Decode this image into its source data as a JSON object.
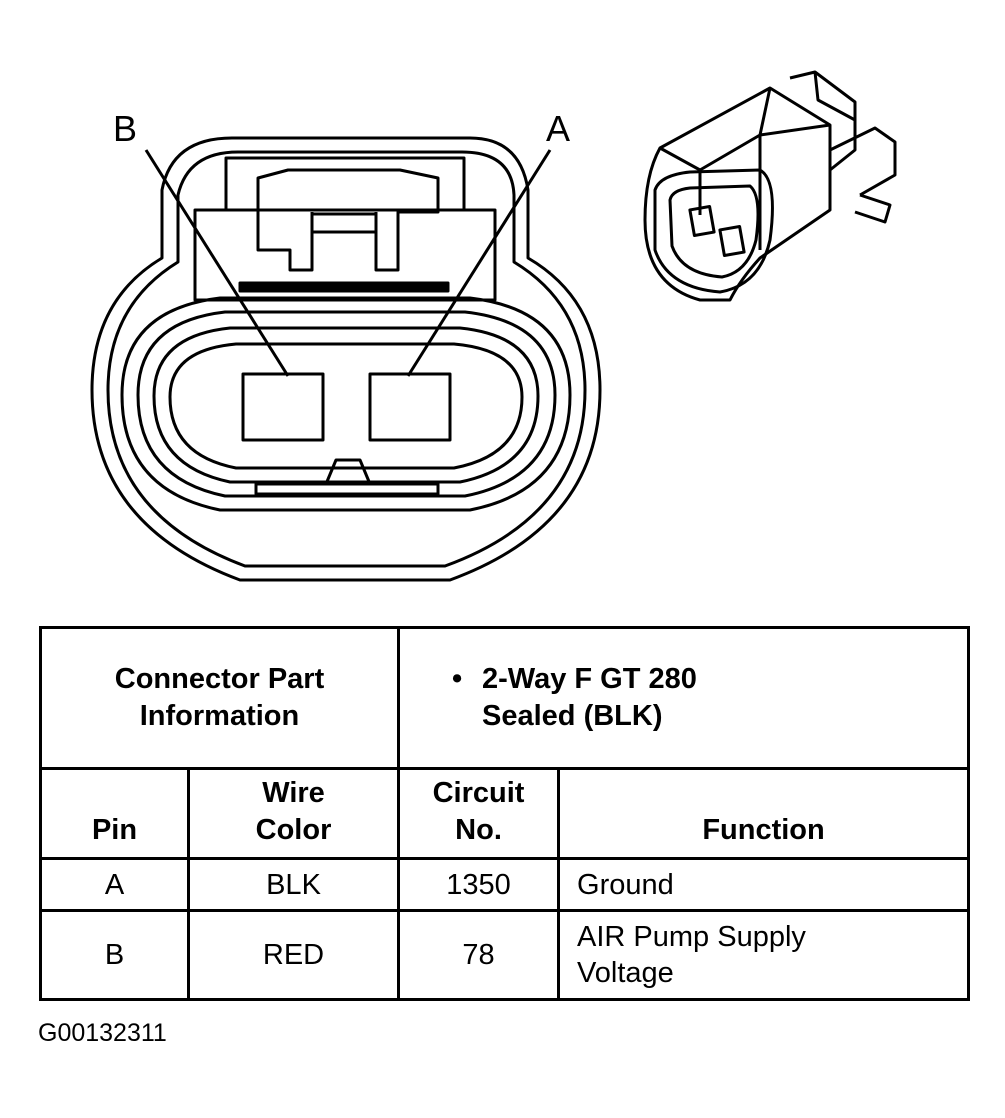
{
  "diagram": {
    "pin_label_b": "B",
    "pin_label_a": "A"
  },
  "connector_table": {
    "header_left_line1": "Connector Part",
    "header_left_line2": "Information",
    "header_bullet": "•",
    "header_right_line1": "2-Way F GT 280",
    "header_right_line2": "Sealed (BLK)",
    "columns": {
      "pin": "Pin",
      "wire_color_line1": "Wire",
      "wire_color_line2": "Color",
      "circuit_line1": "Circuit",
      "circuit_line2": "No.",
      "function": "Function"
    },
    "rows": [
      {
        "pin": "A",
        "wire_color": "BLK",
        "circuit": "1350",
        "function_line1": "Ground",
        "function_line2": ""
      },
      {
        "pin": "B",
        "wire_color": "RED",
        "circuit": "78",
        "function_line1": "AIR Pump Supply",
        "function_line2": "Voltage"
      }
    ]
  },
  "figure_code": "G00132311"
}
